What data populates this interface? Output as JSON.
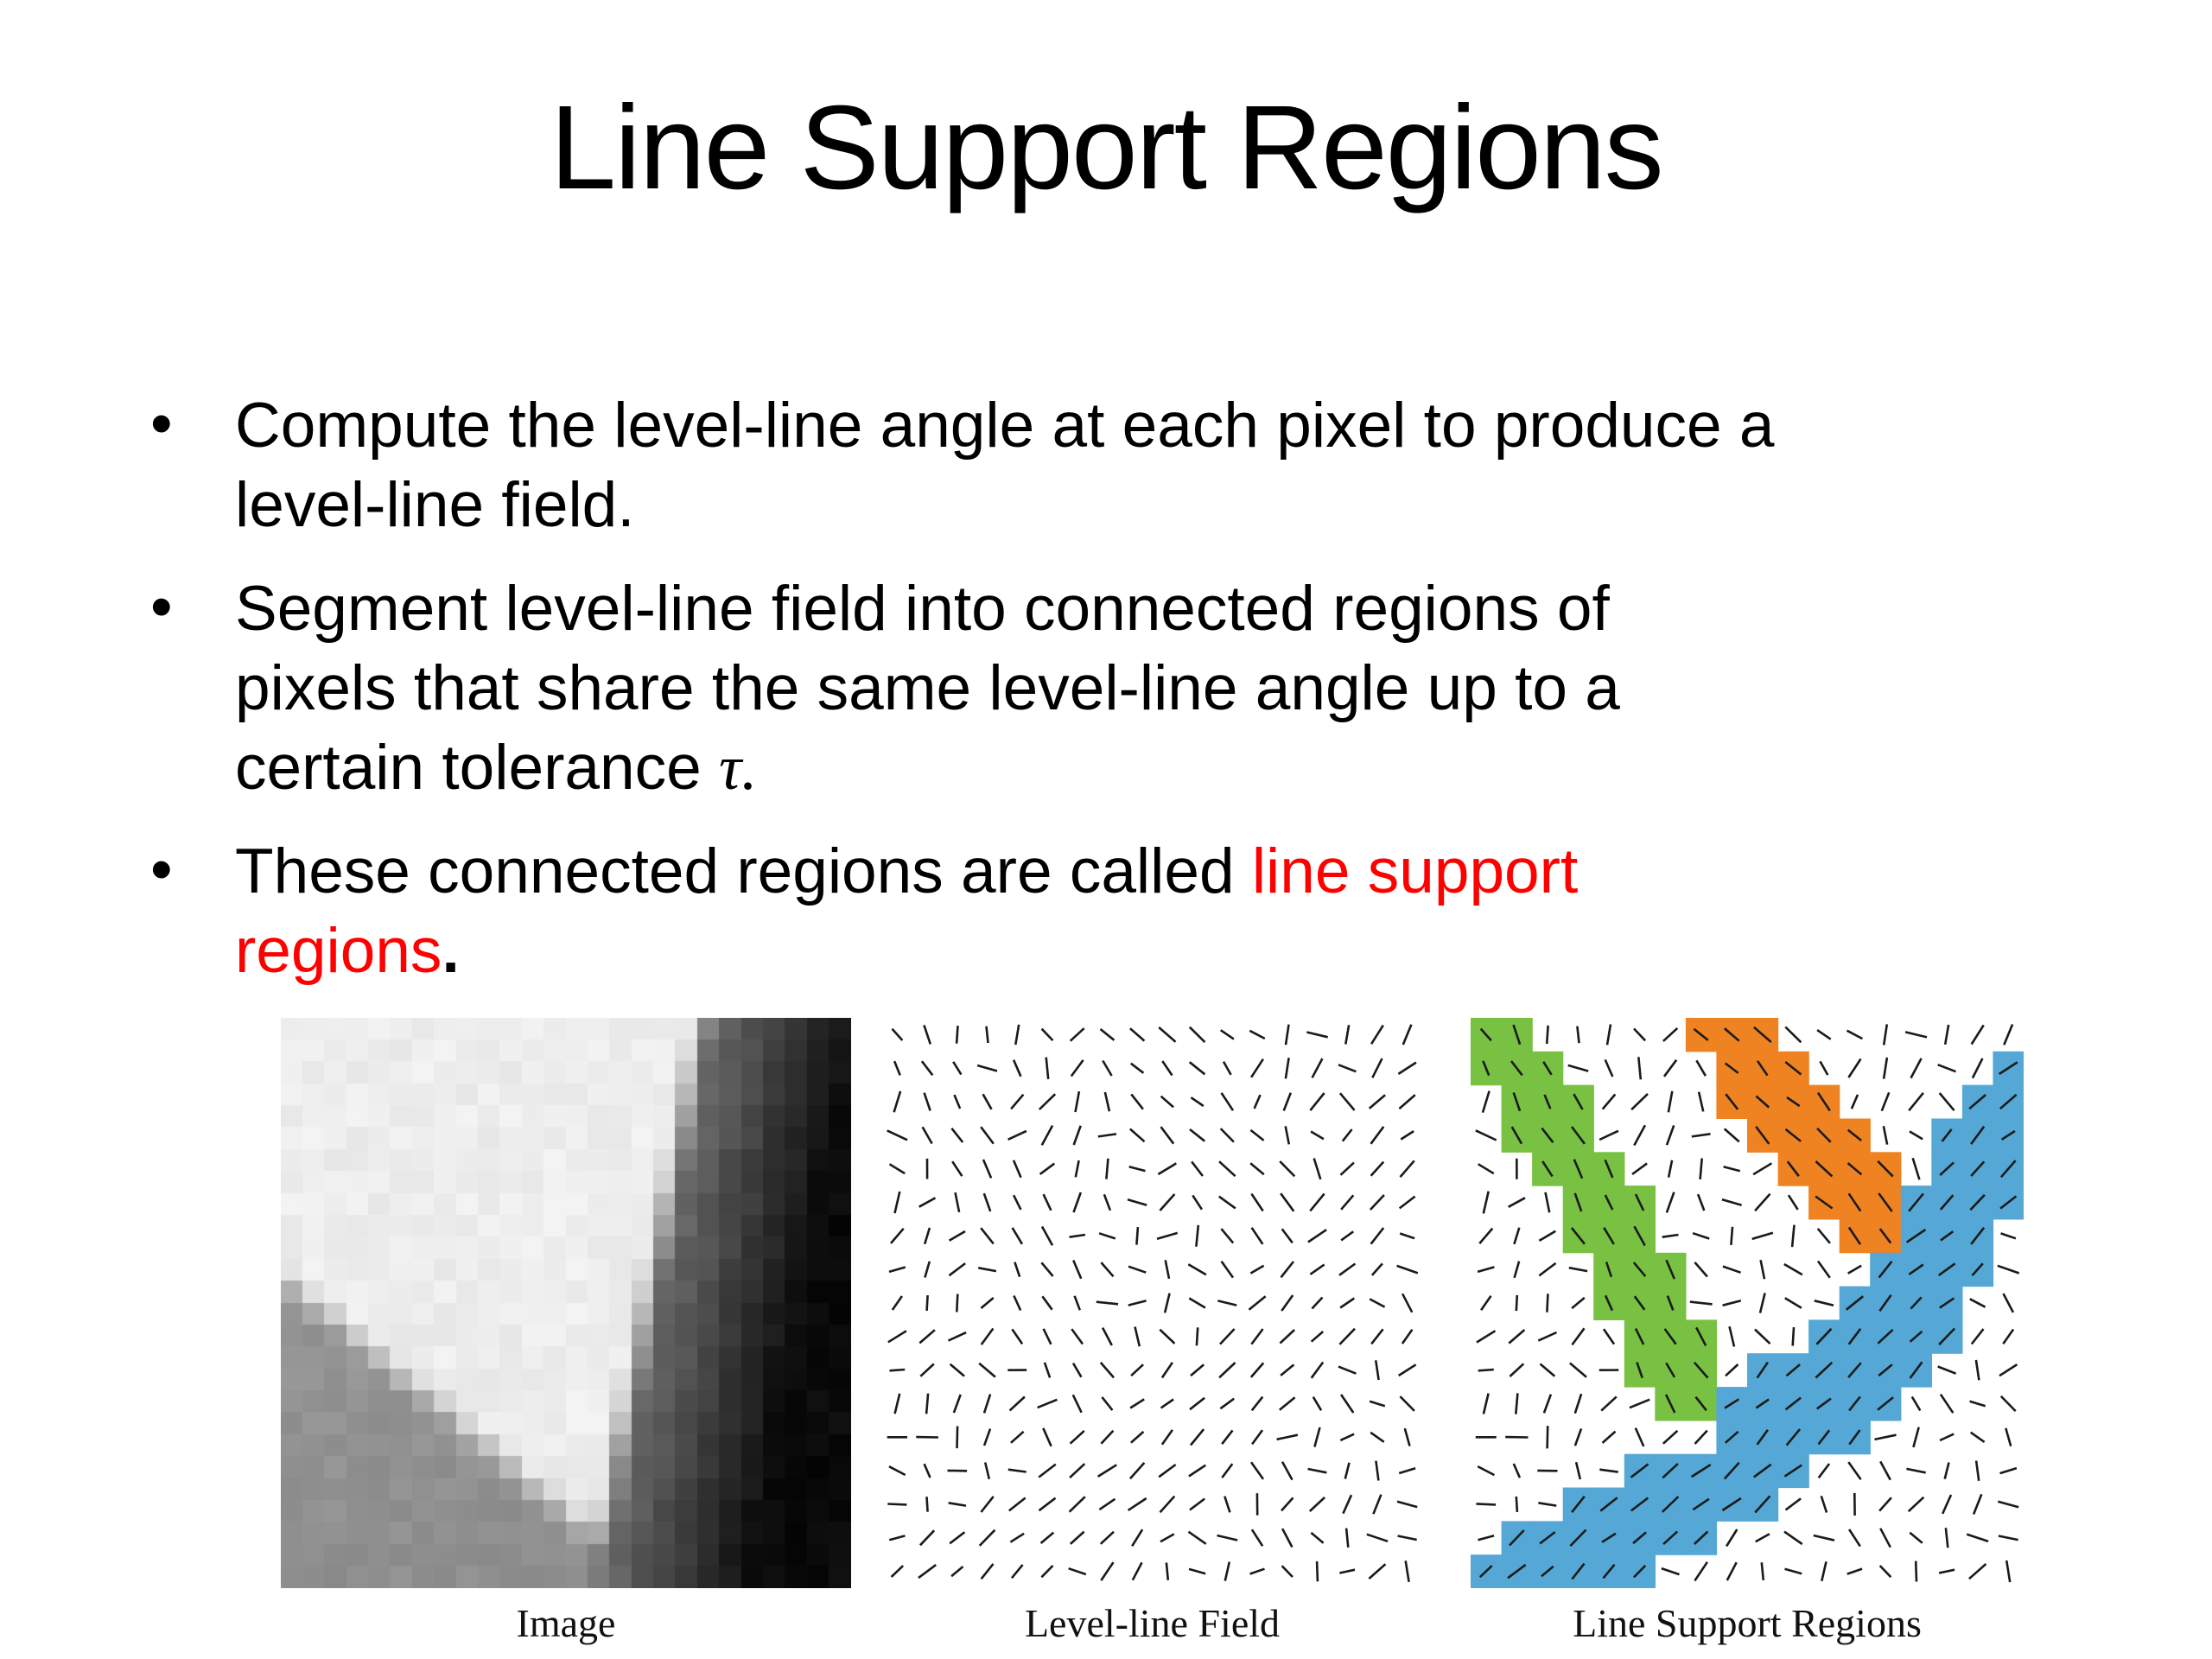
{
  "title": "Line Support Regions",
  "bullets": {
    "b1": {
      "line1": "Compute the level-line angle at each pixel to produce a",
      "line2": "level-line field."
    },
    "b2": {
      "line1": "Segment level-line field into connected regions of",
      "line2": "pixels that share the same level-line angle up to a",
      "line3_pre": "certain tolerance ",
      "tau": "τ."
    },
    "b3": {
      "pre": "These connected regions are called ",
      "red_line1": "line support",
      "red_line2": "regions",
      "period": "."
    }
  },
  "captions": [
    "Image",
    "Level-line Field",
    "Line Support Regions"
  ],
  "colors": {
    "highlight_red": "#ff0000",
    "text": "#000000",
    "dash": "#1a1a1a",
    "region_green": "#79c142",
    "region_orange": "#ef8322",
    "region_blue": "#55a8d5"
  },
  "figure": {
    "image_panel": {
      "grid": 26,
      "vertex": [
        0.56,
        0.92
      ],
      "gray_edge_start": [
        0.0,
        0.45
      ],
      "dark_edge_start": [
        0.74,
        0.0
      ],
      "white_level": 0.93,
      "gray_level": 0.58,
      "dark_level_near": 0.45,
      "dark_level_far": 0.04
    },
    "field": {
      "cols": 18,
      "rows": 17,
      "regions": [
        {
          "name": "green",
          "color_key": "region_green",
          "angle": 60,
          "cells": [
            [
              0,
              0,
              1
            ],
            [
              1,
              0,
              2
            ],
            [
              2,
              1,
              3
            ],
            [
              3,
              1,
              3
            ],
            [
              4,
              2,
              4
            ],
            [
              5,
              3,
              5
            ],
            [
              6,
              3,
              5
            ],
            [
              7,
              4,
              6
            ],
            [
              8,
              4,
              6
            ],
            [
              9,
              5,
              7
            ],
            [
              10,
              5,
              7
            ],
            [
              11,
              6,
              8
            ]
          ]
        },
        {
          "name": "orange",
          "color_key": "region_orange",
          "angle": 46,
          "cells": [
            [
              0,
              7,
              9
            ],
            [
              1,
              8,
              10
            ],
            [
              2,
              8,
              11
            ],
            [
              3,
              9,
              12
            ],
            [
              4,
              10,
              13
            ],
            [
              5,
              11,
              13
            ],
            [
              6,
              12,
              13
            ]
          ]
        },
        {
          "name": "blue",
          "color_key": "region_blue",
          "angle": 136,
          "cells": [
            [
              1,
              17,
              17
            ],
            [
              2,
              16,
              17
            ],
            [
              3,
              15,
              17
            ],
            [
              4,
              15,
              17
            ],
            [
              5,
              14,
              17
            ],
            [
              6,
              14,
              16
            ],
            [
              7,
              13,
              16
            ],
            [
              8,
              12,
              15
            ],
            [
              9,
              11,
              15
            ],
            [
              10,
              9,
              14
            ],
            [
              11,
              8,
              13
            ],
            [
              12,
              8,
              12
            ],
            [
              13,
              5,
              10
            ],
            [
              14,
              3,
              9
            ],
            [
              15,
              1,
              7
            ],
            [
              16,
              0,
              5
            ]
          ]
        }
      ]
    }
  }
}
